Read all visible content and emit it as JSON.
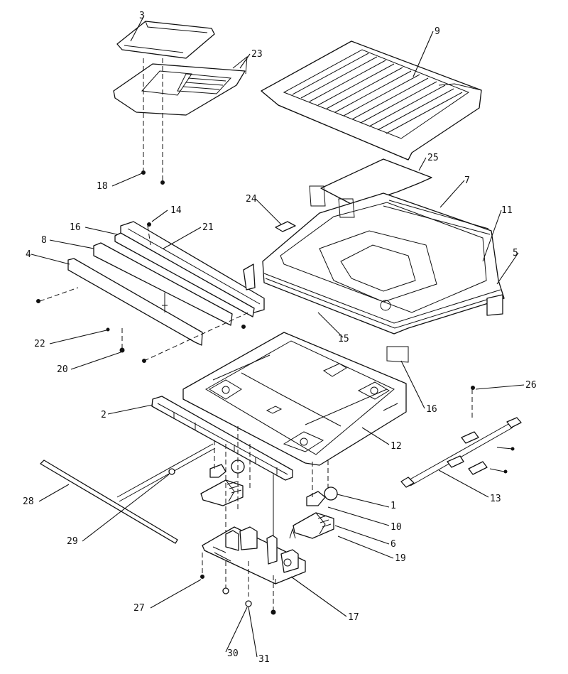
{
  "header_text": "",
  "callouts": [
    "1",
    "2",
    "3",
    "4",
    "5",
    "6",
    "7",
    "8",
    "9",
    "10",
    "11",
    "12",
    "13",
    "14",
    "15",
    "16",
    "16",
    "17",
    "18",
    "19",
    "20",
    "21",
    "22",
    "23",
    "24",
    "25",
    "26",
    "27",
    "28",
    "29",
    "30",
    "31"
  ]
}
